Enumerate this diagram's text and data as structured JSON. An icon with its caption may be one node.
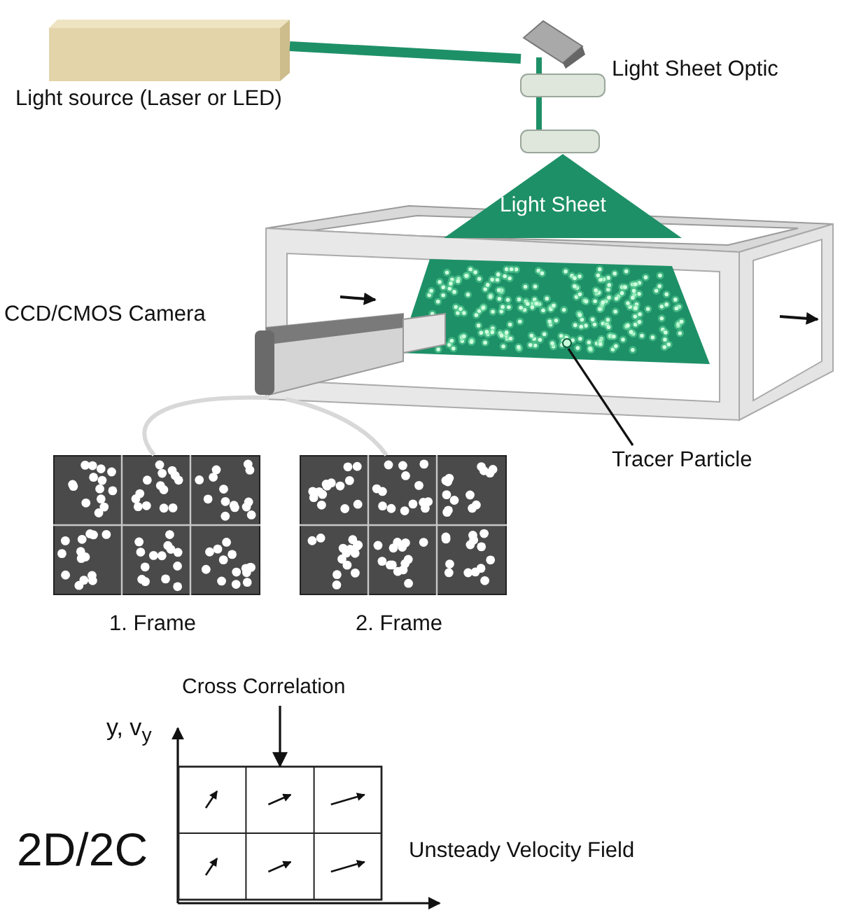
{
  "diagram": {
    "nodes": [
      {
        "text": [
          "Light source (Laser or LED)"
        ]
      },
      {
        "text": [
          "Light Sheet Optic"
        ]
      },
      {
        "text": [
          "Light Sheet"
        ]
      },
      {
        "text": [
          "CCD/CMOS Camera"
        ]
      },
      {
        "text": [
          "Tracer Particle"
        ]
      },
      {
        "text": [],
        "shape": "circle",
        "in": 2
      },
      {
        "text": [
          "1. Frame"
        ]
      },
      {
        "text": [
          "2. Frame"
        ]
      },
      {
        "text": [
          "Cross Correlation"
        ]
      },
      {
        "text": [
          "Unsteady Velocity Field"
        ]
      }
    ],
    "edges": [
      {
        "from": 0,
        "to": 1,
        "arrow": "none",
        "style": "thick",
        "color": "#1e9068"
      },
      {
        "from": 3,
        "to": 6,
        "arrow": "none",
        "color": "#d8d8d8"
      },
      {
        "from": 3,
        "to": 7,
        "arrow": "none",
        "color": "#d8d8d8"
      },
      {
        "from": 4,
        "to": 5,
        "arrow": "none",
        "color": "#111111"
      },
      {
        "from": 8,
        "to": 9,
        "arrow": "to",
        "color": "#111111"
      }
    ],
    "labels": [
      "2D/2C",
      "y, v$_{y}$"
    ]
  }
}
